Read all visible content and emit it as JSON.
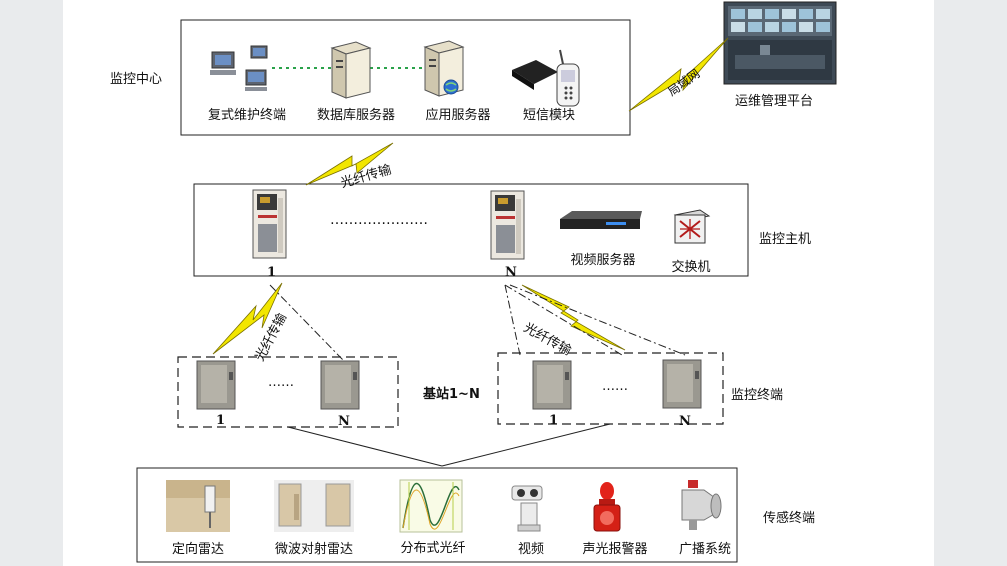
{
  "groups": {
    "center": "监控中心",
    "host": "监控主机",
    "terminal": "监控终端",
    "sensor": "传感终端",
    "station": "基站1~N"
  },
  "center_items": [
    "复式维护终端",
    "数据库服务器",
    "应用服务器",
    "短信模块"
  ],
  "ops_platform": "运维管理平台",
  "lan": "局域网",
  "fiber": "光纤传输",
  "host_devices": [
    "视频服务器",
    "交换机"
  ],
  "cabinet_labels": [
    "1",
    "N"
  ],
  "dots_long": "…………………",
  "dots_short": "……",
  "sensors": [
    "定向雷达",
    "微波对射雷达",
    "分布式光纤",
    "视频",
    "声光报警器",
    "广播系统"
  ],
  "colors": {
    "fiber_bolt": "#f2e600",
    "link_dotted": "#2aa24a",
    "frame": "#222222"
  }
}
